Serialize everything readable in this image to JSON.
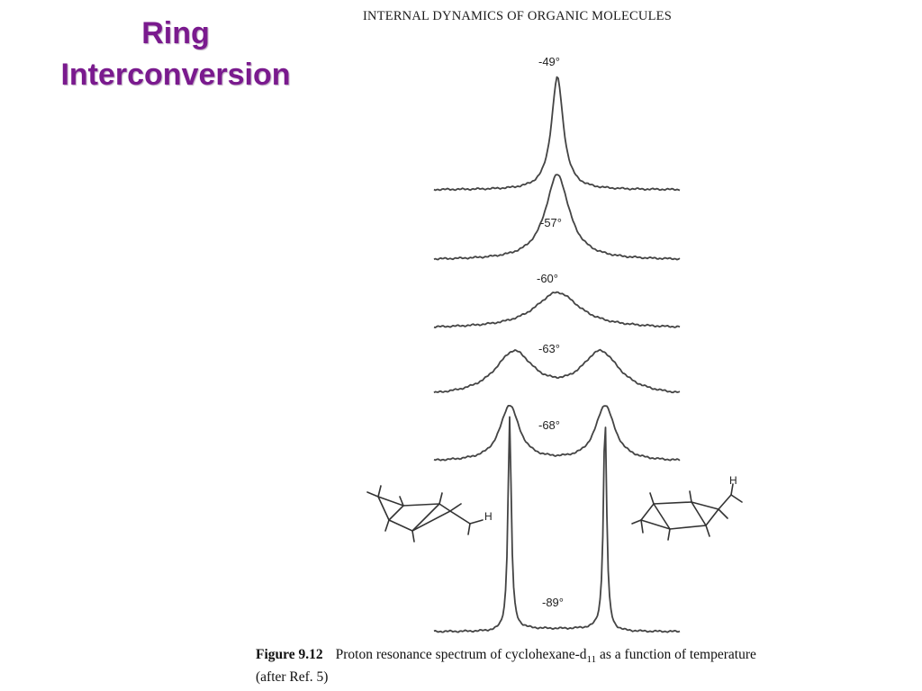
{
  "slide": {
    "title_line1": "Ring",
    "title_line2": "Interconversion",
    "title_color": "#7a1a8e"
  },
  "figure": {
    "header": "INTERNAL DYNAMICS OF ORGANIC MOLECULES",
    "traces": [
      {
        "label": "-49°",
        "lineshape": "single"
      },
      {
        "label": "-57°",
        "lineshape": "single"
      },
      {
        "label": "-60°",
        "lineshape": "single"
      },
      {
        "label": "-63°",
        "lineshape": "double"
      },
      {
        "label": "-68°",
        "lineshape": "double"
      },
      {
        "label": "-89°",
        "lineshape": "double"
      }
    ],
    "conformer_atom_label": "H",
    "caption": {
      "number": "Figure 9.12",
      "text_before_sub": "Proton resonance spectrum of cyclohexane-d",
      "subscript": "11",
      "text_after_sub": " as a function of temperature",
      "second_line": "(after Ref. 5)"
    }
  }
}
